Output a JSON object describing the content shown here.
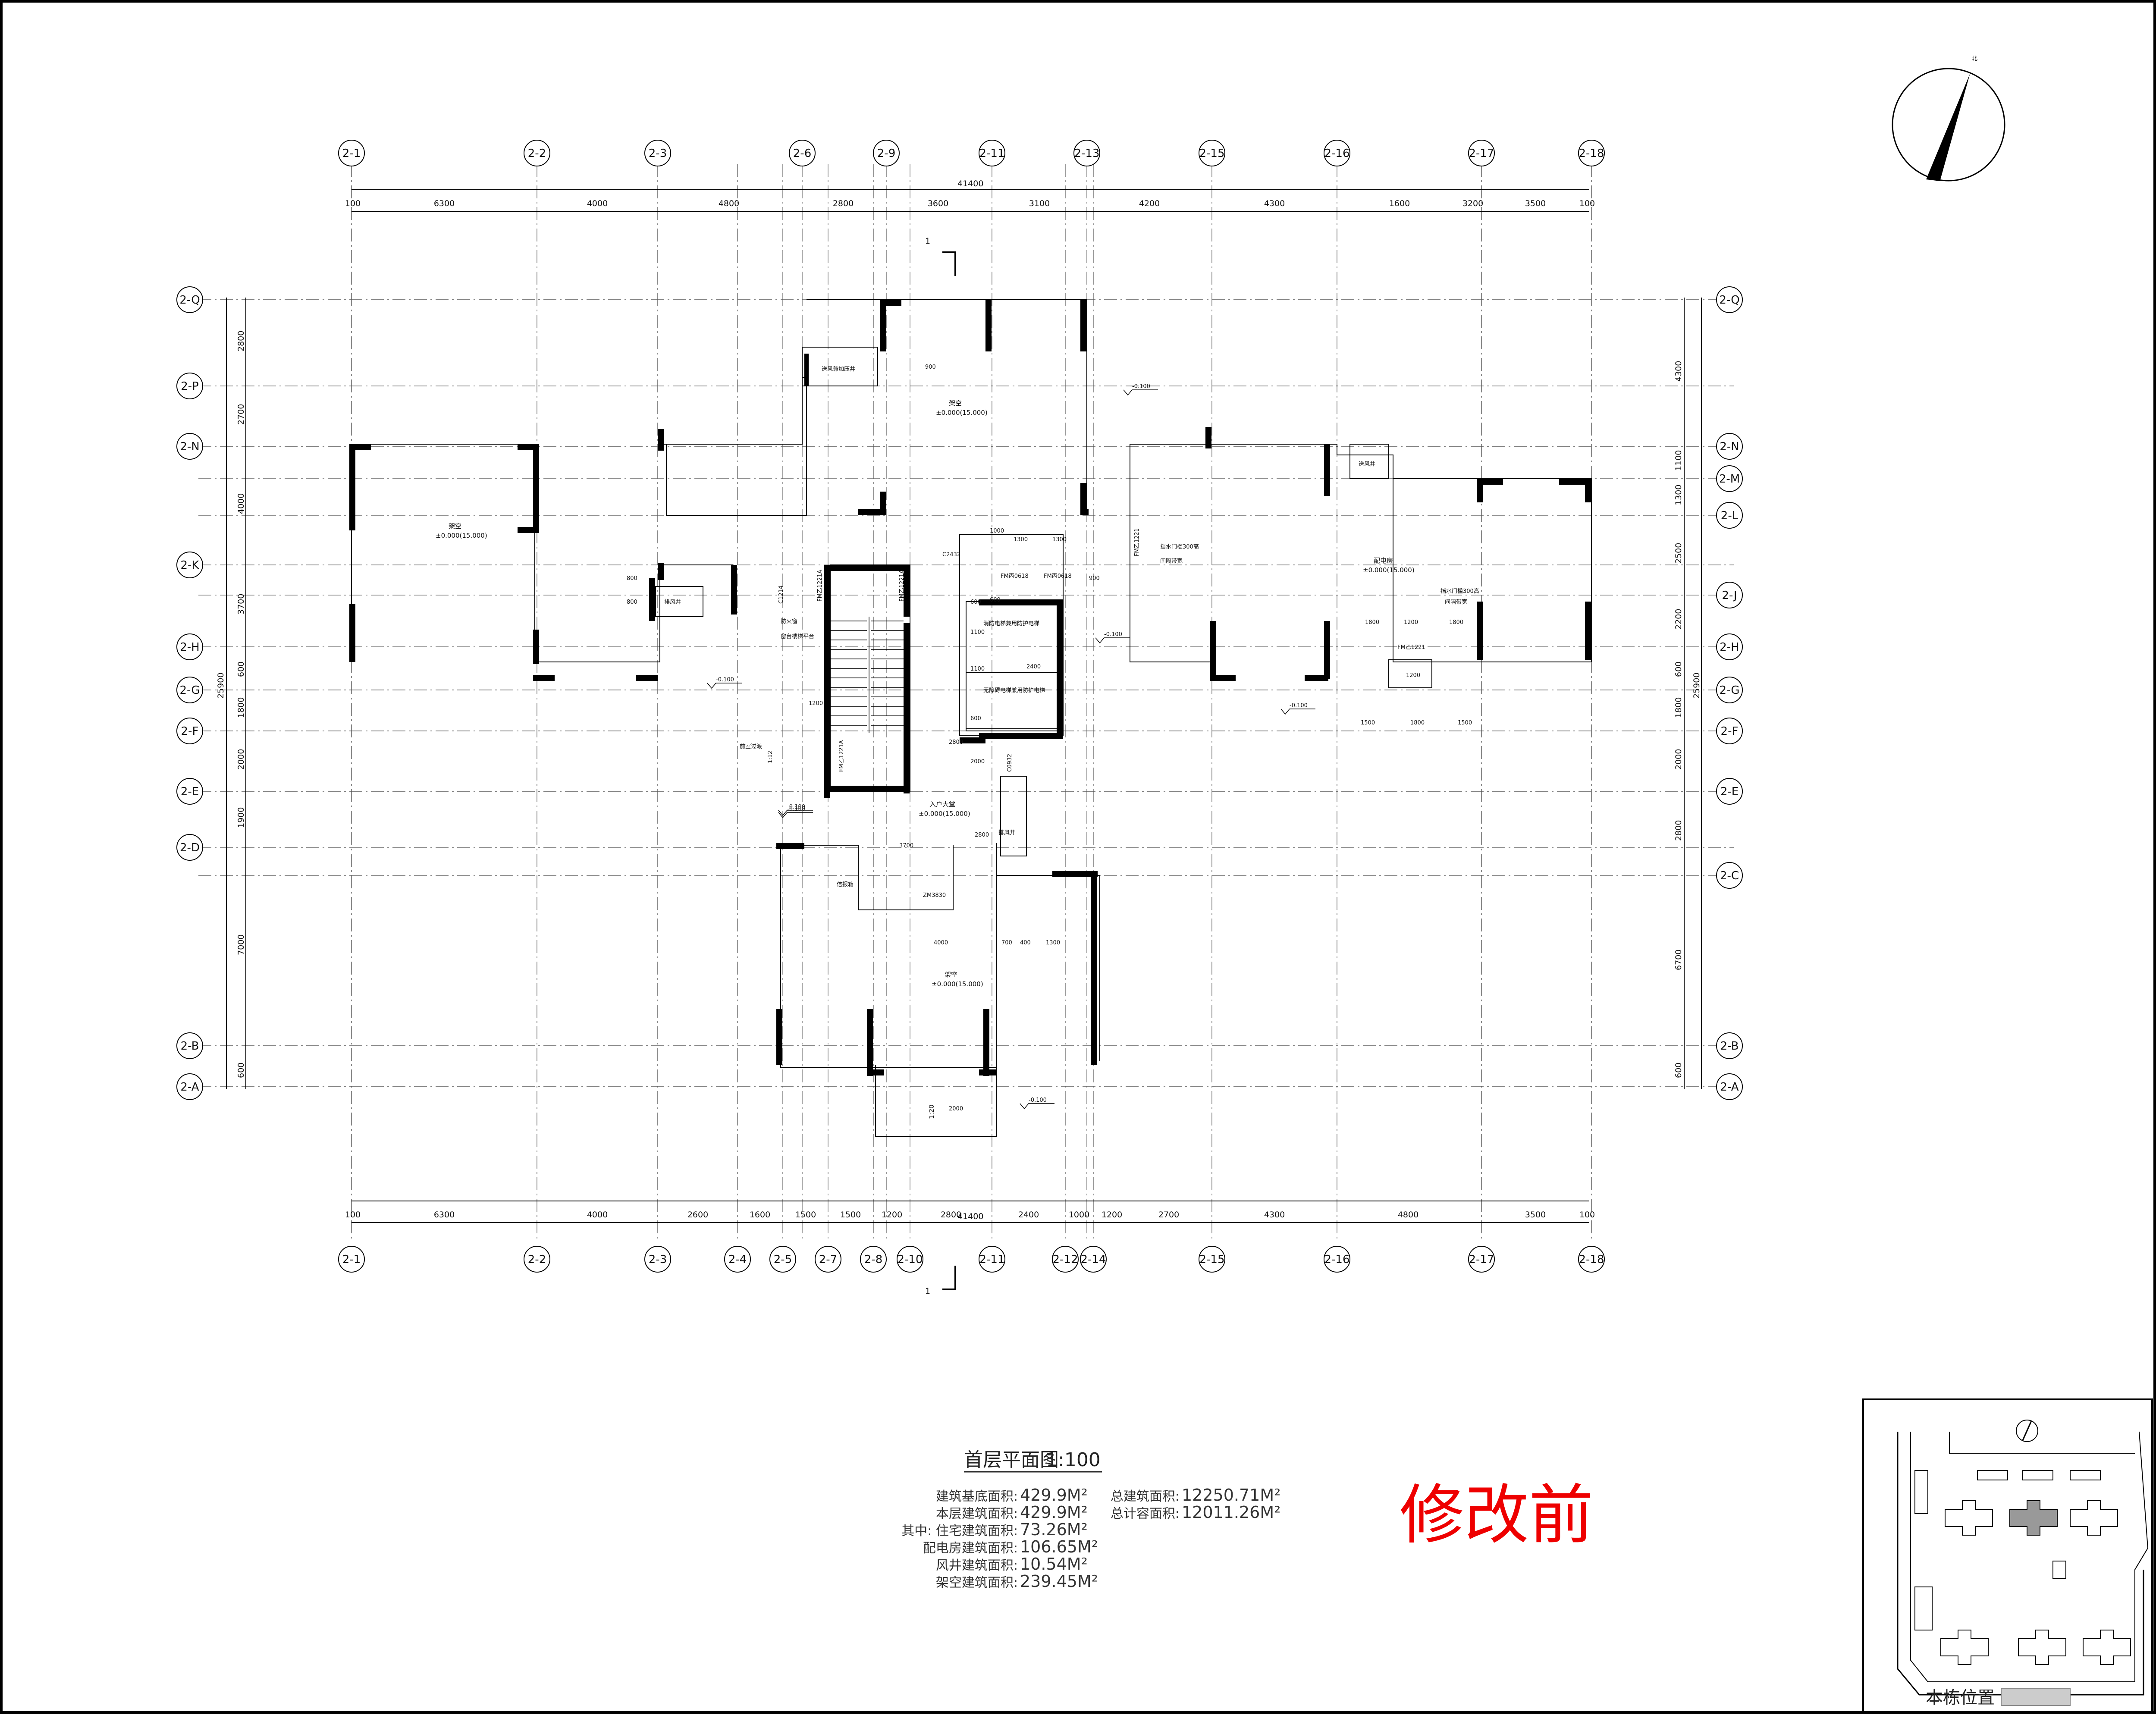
{
  "grid_top_labels": [
    "2-1",
    "2-2",
    "2-3",
    "2-6",
    "2-9",
    "2-11",
    "2-13",
    "2-15",
    "2-16",
    "2-17",
    "2-18"
  ],
  "grid_bottom_labels": [
    "2-1",
    "2-2",
    "2-3",
    "2-4",
    "2-5",
    "2-7",
    "2-8",
    "2-10",
    "2-11",
    "2-12",
    "2-14",
    "2-15",
    "2-16",
    "2-17",
    "2-18"
  ],
  "grid_left_labels": [
    "2-Q",
    "2-P",
    "2-N",
    "2-K",
    "2-H",
    "2-G",
    "2-F",
    "2-E",
    "2-D",
    "2-B",
    "2-A"
  ],
  "grid_right_labels": [
    "2-Q",
    "2-N",
    "2-M",
    "2-L",
    "2-J",
    "2-H",
    "2-G",
    "2-F",
    "2-E",
    "2-C",
    "2-B",
    "2-A"
  ],
  "top_total_dimension": "41400",
  "top_dimensions": [
    "100",
    "6300",
    "4000",
    "4800",
    "2800",
    "3600",
    "3100",
    "4200",
    "4300",
    "1600",
    "3200",
    "3500",
    "100"
  ],
  "bottom_total_dimension": "41400",
  "bottom_dimensions": [
    "100",
    "6300",
    "4000",
    "2600",
    "1600",
    "1500",
    "1500",
    "1200",
    "2800",
    "2400",
    "1000",
    "1200",
    "2700",
    "4300",
    "4800",
    "3500",
    "100"
  ],
  "left_dimensions": [
    "2800",
    "2700",
    "4000",
    "3700",
    "600",
    "1800",
    "2000",
    "1900",
    "7000",
    "600"
  ],
  "left_total_dimension": "25900",
  "right_dimensions": [
    "4300",
    "1100",
    "1300",
    "2500",
    "2200",
    "600",
    "1800",
    "2000",
    "2800",
    "6700",
    "600"
  ],
  "right_total_dimension": "25900",
  "section_marks": [
    "1",
    "1"
  ],
  "rooms": [
    {
      "id": "overhead-left",
      "label": "架空",
      "level": "±0.000(15.000)"
    },
    {
      "id": "overhead-top",
      "label": "架空",
      "level": "±0.000(15.000)"
    },
    {
      "id": "overhead-bottom",
      "label": "架空",
      "level": "±0.000(15.000)"
    },
    {
      "id": "distribution-room",
      "label": "配电房",
      "level": "±0.000(15.000)"
    },
    {
      "id": "entrance-hall",
      "label": "入户大堂",
      "level": "±0.000(15.000)"
    },
    {
      "id": "pressurize-shaft",
      "label": "送风兼加压井"
    },
    {
      "id": "air-shaft-left",
      "label": "排风井"
    },
    {
      "id": "air-shaft-right",
      "label": "送风井"
    },
    {
      "id": "exhaust-shaft",
      "label": "排风井"
    },
    {
      "id": "elevator-1",
      "label": "消防电梯兼用防护电梯"
    },
    {
      "id": "elevator-2",
      "label": "无障碍电梯兼用防护电梯"
    },
    {
      "id": "mailbox",
      "label": "信报箱"
    },
    {
      "id": "stair-note",
      "label": "窗台楼梯平台"
    },
    {
      "id": "front-room",
      "label": "前室过渡"
    },
    {
      "id": "fire-window",
      "label": "防火窗"
    }
  ],
  "door_labels": [
    "FM乙1221",
    "FM乙1221",
    "FM丙0618",
    "FM丙0618",
    "FM乙1221A",
    "FM乙1221A",
    "FM乙1221A",
    "C2432",
    "C1214",
    "C0932",
    "ZM3830"
  ],
  "notes": [
    "挡水门槛300高",
    "挡水门槛300高",
    "间隔带宽",
    "间隔带宽"
  ],
  "interior_dims": [
    "1300",
    "1300",
    "900",
    "800",
    "800",
    "600",
    "1100",
    "1100",
    "600",
    "1200",
    "2400",
    "2800",
    "2000",
    "3700",
    "2800",
    "4000",
    "700",
    "400",
    "1300",
    "1800",
    "1800",
    "1200",
    "1200",
    "1500",
    "1800",
    "1500",
    "600",
    "900",
    "1000",
    "2000"
  ],
  "levels": [
    "-0.100",
    "-0.100",
    "-0.100",
    "-0.100",
    "-0.100",
    "-0.100",
    "-0.100"
  ],
  "ramp_labels": [
    "1:12",
    "1:20"
  ],
  "north_label": "北",
  "drawing_title": "首层平面图",
  "drawing_scale": "1:100",
  "stats_left": [
    {
      "label": "建筑基底面积:",
      "value": "429.9M²"
    },
    {
      "label": "本层建筑面积:",
      "value": "429.9M²"
    },
    {
      "label": "其中: 住宅建筑面积:",
      "value": "73.26M²"
    },
    {
      "label": "配电房建筑面积:",
      "value": "106.65M²"
    },
    {
      "label": "风井建筑面积:",
      "value": "10.54M²"
    },
    {
      "label": "架空建筑面积:",
      "value": "239.45M²"
    }
  ],
  "stats_right": [
    {
      "label": "总建筑面积:",
      "value": "12250.71M²"
    },
    {
      "label": "总计容面积:",
      "value": "12011.26M²"
    }
  ],
  "stamp_text": "修改前",
  "location_label": "本栋位置"
}
